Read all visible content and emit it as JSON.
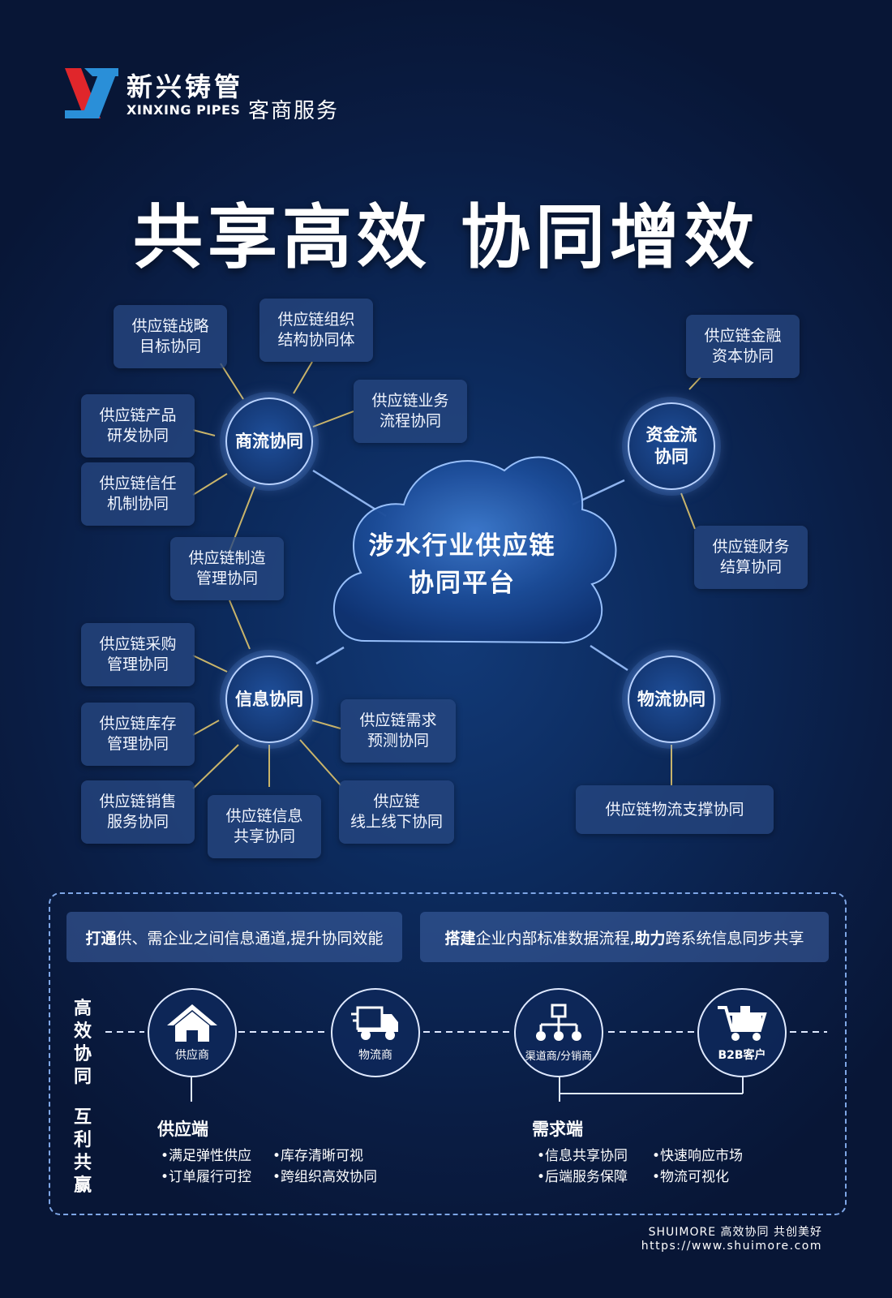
{
  "header": {
    "brand_cn": "新兴铸管",
    "brand_en": "XINXING PIPES",
    "service": "客商服务",
    "title": "共享高效 协同增效"
  },
  "center": {
    "label": "涉水行业供应链\n协同平台"
  },
  "hubs": {
    "commerce": "商流协同",
    "capital": "资金流\n协同",
    "information": "信息协同",
    "logistics": "物流协同"
  },
  "cards": {
    "strategy": "供应链战略\n目标协同",
    "organization": "供应链组织\n结构协同体",
    "business": "供应链业务\n流程协同",
    "product": "供应链产品\n研发协同",
    "trust": "供应链信任\n机制协同",
    "manufacturing": "供应链制造\n管理协同",
    "finance": "供应链金融\n资本协同",
    "settlement": "供应链财务\n结算协同",
    "purchase": "供应链采购\n管理协同",
    "inventory": "供应链库存\n管理协同",
    "demand": "供应链需求\n预测协同",
    "sales": "供应链销售\n服务协同",
    "info_share": "供应链信息\n共享协同",
    "online_offline": "供应链\n线上线下协同",
    "logistics_support": "供应链物流支撑协同"
  },
  "banners": {
    "left_bold": "打通",
    "left_rest": "供、需企业之间信息通道,提升协同效能",
    "right_bold1": "搭建",
    "right_mid": "企业内部标准数据流程,",
    "right_bold2": "助力",
    "right_rest": "跨系统信息同步共享"
  },
  "side_labels": {
    "top": "高效协同",
    "bottom": "互利共赢"
  },
  "nodes": {
    "supplier": "供应商",
    "logistics_provider": "物流商",
    "channel": "渠道商/分销商",
    "b2b": "B2B客户"
  },
  "supply_side": {
    "title": "供应端",
    "items": [
      "•满足弹性供应",
      "•库存清晰可视",
      "•订单履行可控",
      "•跨组织高效协同"
    ]
  },
  "demand_side": {
    "title": "需求端",
    "items": [
      "•信息共享协同",
      "•快速响应市场",
      "•后端服务保障",
      "•物流可视化"
    ]
  },
  "footer": {
    "slogan": "SHUIMORE 高效协同 共创美好",
    "url": "https://www.shuimore.com"
  },
  "colors": {
    "background": "#0a1d44",
    "card": "#264680",
    "logo_red": "#e0262b",
    "logo_blue": "#2a8fd8",
    "connector_gold": "#c9b46a",
    "connector_blue": "#8fb4ee"
  }
}
